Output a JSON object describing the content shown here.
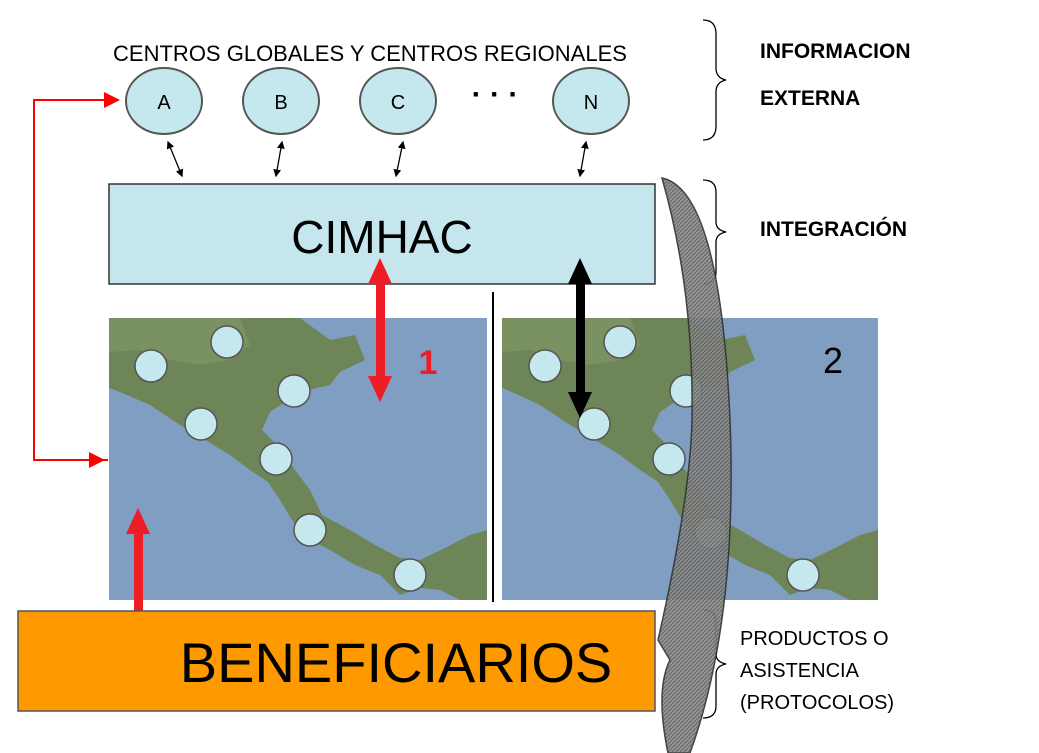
{
  "header_title": "CENTROS GLOBALES Y CENTROS REGIONALES",
  "centers": [
    "A",
    "B",
    "C",
    "N"
  ],
  "ellipsis": "· · ·",
  "side_labels": {
    "external_line1": "INFORMACION",
    "external_line2": "EXTERNA",
    "integration": "INTEGRACIÓN",
    "products_line1": "PRODUCTOS O",
    "products_line2": "ASISTENCIA",
    "products_line3": "(PROTOCOLOS)"
  },
  "hub_label": "CIMHAC",
  "map_numbers": [
    "1",
    "2"
  ],
  "beneficiaries_label": "BENEFICIARIOS",
  "colors": {
    "center_fill": "#c5e8ef",
    "hub_fill": "#c4e6ec",
    "beneficiaries_fill": "#ff9900",
    "sea": "#7f9ec2",
    "land": "#6e8657",
    "red_arrow": "#ee1c25",
    "black_arrow": "#000000",
    "feedback_line": "#ff0000"
  }
}
